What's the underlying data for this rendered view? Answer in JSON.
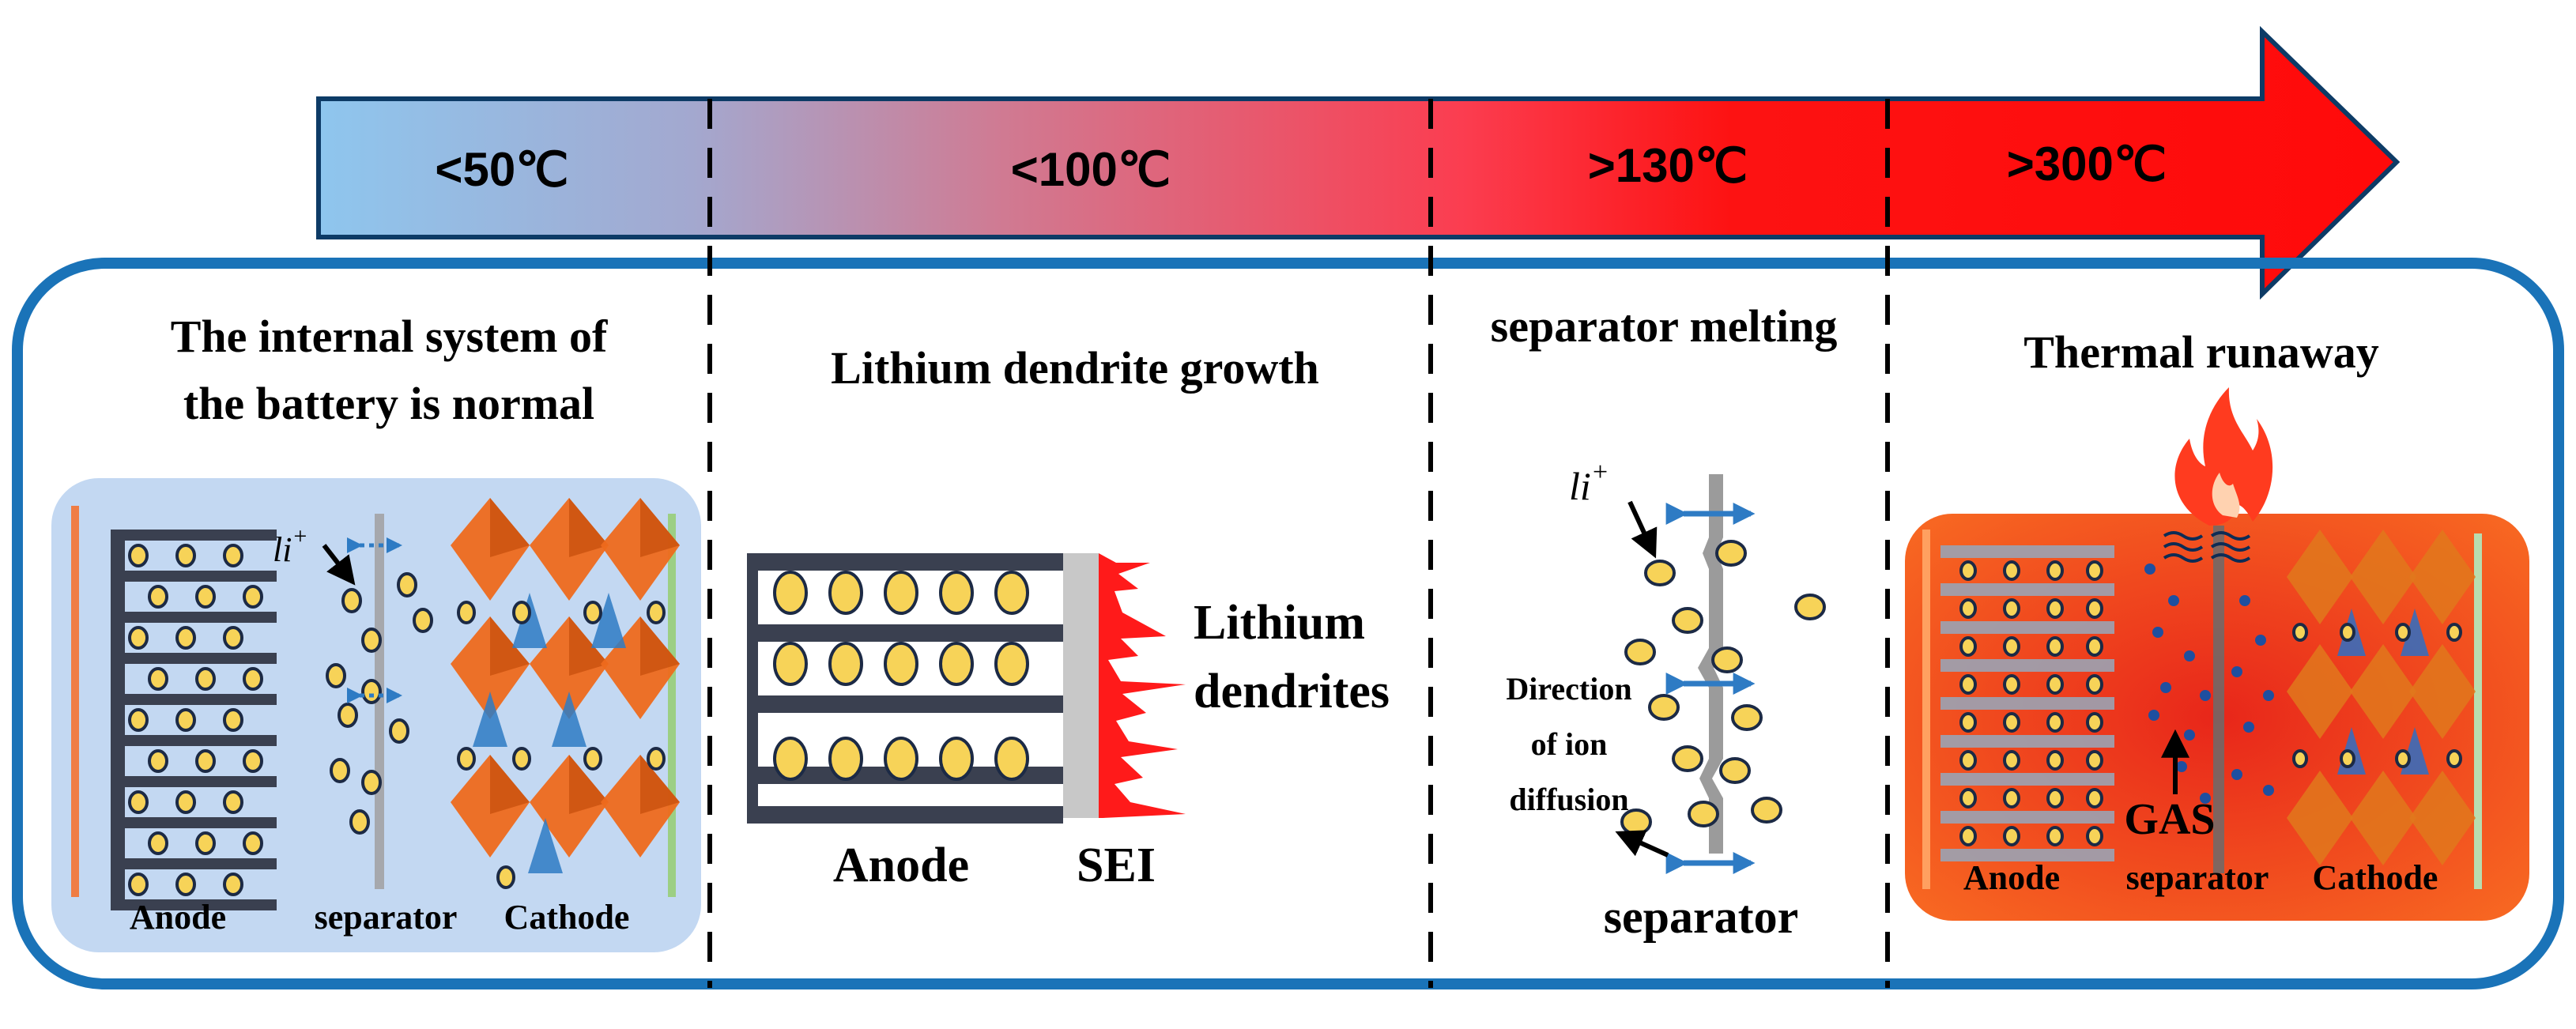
{
  "temperature_bar": {
    "stages": [
      {
        "label": "<50℃"
      },
      {
        "label": "<100℃"
      },
      {
        "label": ">130℃"
      },
      {
        "label": ">300℃"
      }
    ],
    "colors": {
      "cool": "#8ec6ee",
      "mid": "#f25a70",
      "hot": "#fb1010",
      "border": "#0d3b66"
    }
  },
  "panels": {
    "normal": {
      "title_line1": "The internal system of",
      "title_line2": "the battery is normal",
      "anode_label": "Anode",
      "separator_label": "separator",
      "cathode_label": "Cathode",
      "ion_label": "li",
      "ion_sup": "+"
    },
    "dendrite": {
      "title": "Lithium dendrite growth",
      "lithium_label_line1": "Lithium",
      "lithium_label_line2": "dendrites",
      "anode_label": "Anode",
      "sei_label": "SEI"
    },
    "melting": {
      "title": "separator melting",
      "ion_label": "li",
      "ion_sup": "+",
      "direction_line1": "Direction",
      "direction_line2": "of ion",
      "direction_line3": "diffusion",
      "separator_label": "separator"
    },
    "runaway": {
      "title": "Thermal runaway",
      "gas_label": "GAS",
      "anode_label": "Anode",
      "separator_label": "separator",
      "cathode_label": "Cathode"
    }
  },
  "colors": {
    "frame": "#1a73b8",
    "anode_bar": "#3a4050",
    "ion_fill": "#f7d358",
    "ion_stroke": "#1c2a45",
    "cathode": "#ee6a1c",
    "blue_arrow": "#2e7bc4",
    "dendrite": "#ff1a1a",
    "sei": "#c8c8c8",
    "normal_panel_bg": "#c3d8f2",
    "runaway_panel_bg": "#f4401a"
  }
}
